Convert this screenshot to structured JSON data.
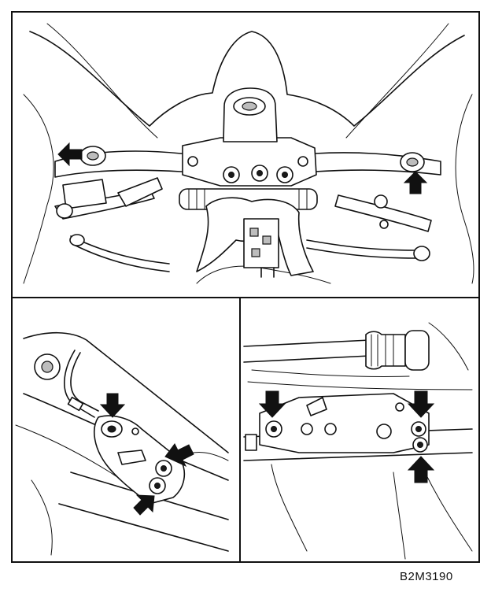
{
  "figure": {
    "code": "B2M3190",
    "colors": {
      "ink": "#111111",
      "paper": "#ffffff",
      "shade": "#bdbdbd"
    },
    "panels": [
      {
        "view": "top",
        "arrow_count": 2
      },
      {
        "view": "bottom-left",
        "arrow_count": 3
      },
      {
        "view": "bottom-right",
        "arrow_count": 3
      }
    ]
  }
}
